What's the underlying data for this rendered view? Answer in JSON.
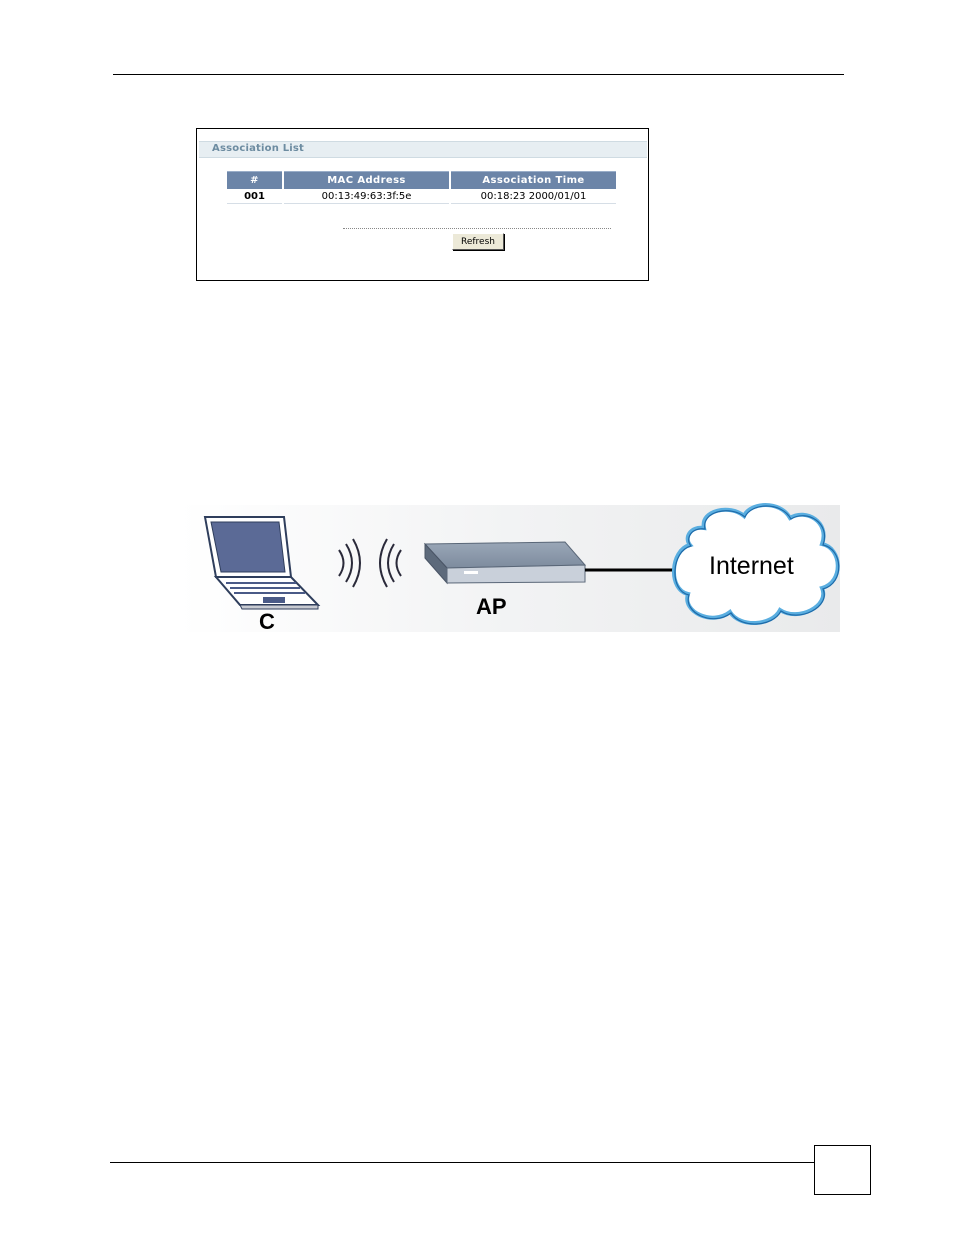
{
  "association_list": {
    "title": "Association List",
    "columns": [
      "#",
      "MAC Address",
      "Association Time"
    ],
    "rows": [
      {
        "num": "001",
        "mac": "00:13:49:63:3f:5e",
        "time": "00:18:23 2000/01/01"
      }
    ],
    "refresh_label": "Refresh"
  },
  "diagram": {
    "client_label": "C",
    "ap_label": "AP",
    "cloud_label": "Internet"
  },
  "colors": {
    "header_bg": "#6c85a8",
    "title_bar_bg": "#e7eef2",
    "title_text": "#6d8ca1",
    "cloud_outline": "#5aaee0"
  }
}
